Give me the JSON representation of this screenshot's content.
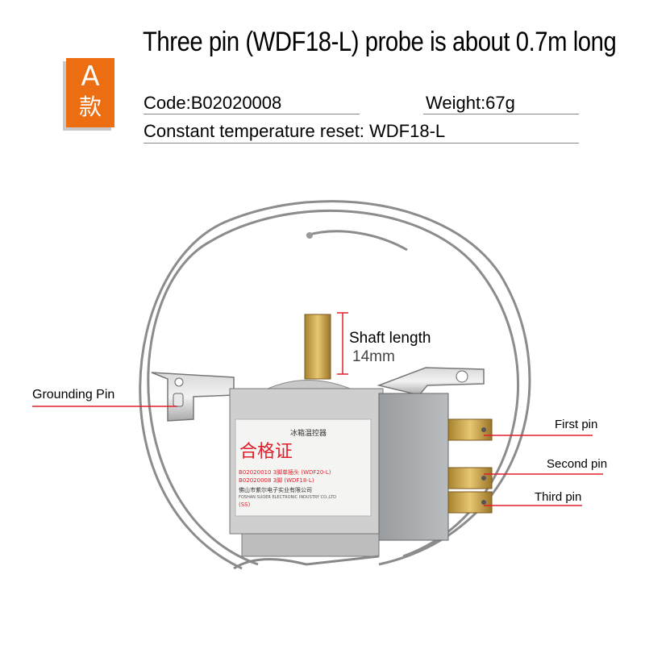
{
  "badge": {
    "letter": "A",
    "char": "款",
    "color": "#ec6d12"
  },
  "title": "Three pin (WDF18-L) probe is about 0.7m long",
  "info": {
    "code": "Code:B02020008",
    "weight": "Weight:67g",
    "reset": "Constant temperature reset: WDF18-L"
  },
  "labels": {
    "shaft": "Shaft length",
    "shaft_value": "14mm",
    "grounding": "Grounding Pin",
    "first": "First pin",
    "second": "Second pin",
    "third": "Third pin"
  },
  "sticker": {
    "top": "冰箱温控器",
    "cert": "合格证",
    "row1": "B02020010 3脚单插头 (WDF20-L)",
    "row2": "B02020008 3脚 (WDF18-L)",
    "company": "佛山市紫尔电子实业有限公司",
    "company_en": "FOSHAN SUOER ELECTRONIC INDUSTRY CO.,LTD",
    "ss": "(SS)"
  },
  "colors": {
    "callout_line": "#e0202a",
    "accent": "#ec6d12"
  }
}
